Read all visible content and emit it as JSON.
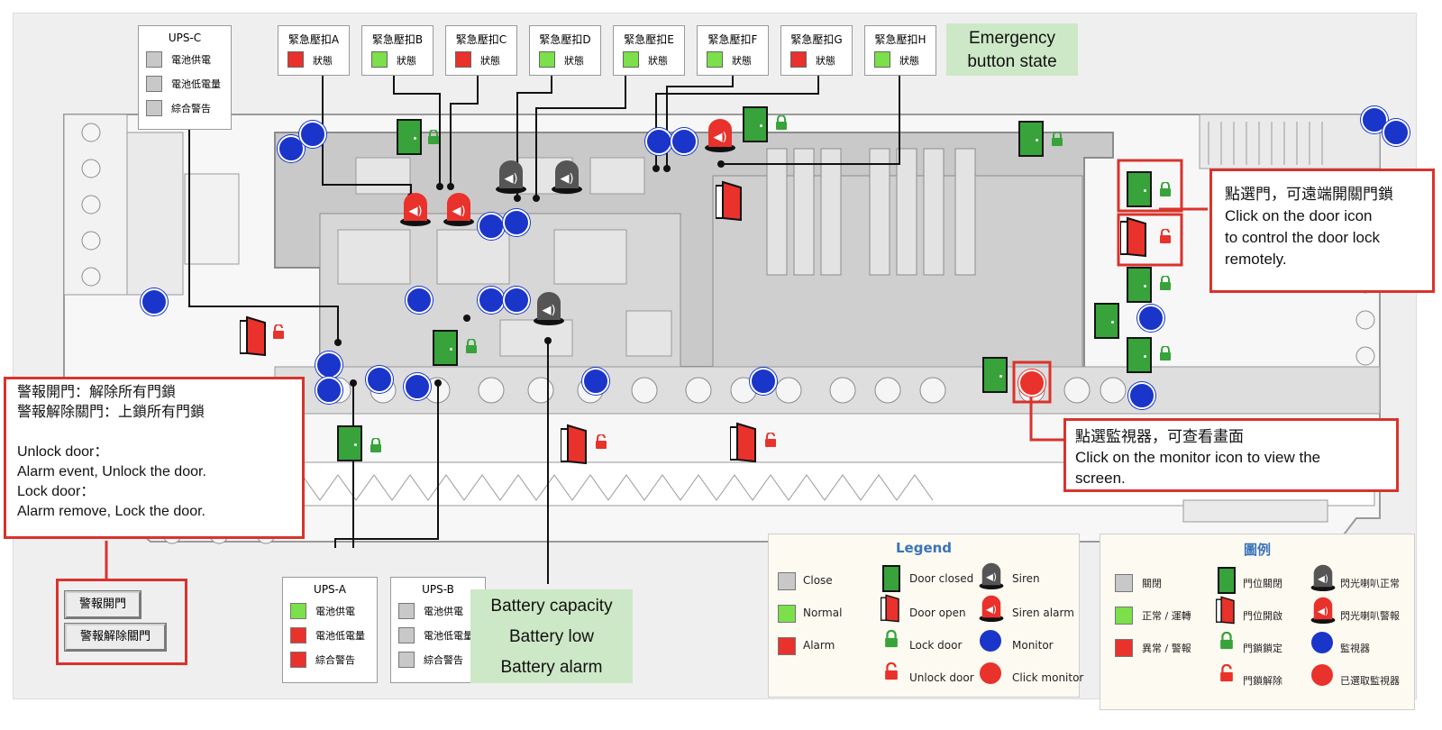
{
  "emergency_buttons": [
    {
      "title": "緊急壓扣A",
      "status": "狀態",
      "color": "#e8322b"
    },
    {
      "title": "緊急壓扣B",
      "status": "狀態",
      "color": "#7be04a"
    },
    {
      "title": "緊急壓扣C",
      "status": "狀態",
      "color": "#e8322b"
    },
    {
      "title": "緊急壓扣D",
      "status": "狀態",
      "color": "#7be04a"
    },
    {
      "title": "緊急壓扣E",
      "status": "狀態",
      "color": "#7be04a"
    },
    {
      "title": "緊急壓扣F",
      "status": "狀態",
      "color": "#7be04a"
    },
    {
      "title": "緊急壓扣G",
      "status": "狀態",
      "color": "#e8322b"
    },
    {
      "title": "緊急壓扣H",
      "status": "狀態",
      "color": "#7be04a"
    }
  ],
  "emergency_label": {
    "line1": "Emergency",
    "line2": "button state"
  },
  "ups_c": {
    "title": "UPS-C",
    "rows": [
      {
        "label": "電池供電",
        "color": "#c8c8c8"
      },
      {
        "label": "電池低電量",
        "color": "#c8c8c8"
      },
      {
        "label": "綜合警告",
        "color": "#c8c8c8"
      }
    ]
  },
  "ups_a": {
    "title": "UPS-A",
    "rows": [
      {
        "label": "電池供電",
        "color": "#7be04a"
      },
      {
        "label": "電池低電量",
        "color": "#e8322b"
      },
      {
        "label": "綜合警告",
        "color": "#e8322b"
      }
    ]
  },
  "ups_b": {
    "title": "UPS-B",
    "rows": [
      {
        "label": "電池供電",
        "color": "#c8c8c8"
      },
      {
        "label": "電池低電量",
        "color": "#c8c8c8"
      },
      {
        "label": "綜合警告",
        "color": "#c8c8c8"
      }
    ]
  },
  "battery_label": {
    "line1": "Battery capacity",
    "line2": "Battery low",
    "line3": "Battery alarm"
  },
  "door_note": {
    "zh": "點選門，可遠端開關門鎖",
    "en1": "Click on the door icon",
    "en2": "to control the door lock",
    "en3": "remotely."
  },
  "monitor_note": {
    "zh": "點選監視器，可查看畫面",
    "en1": "Click on the monitor icon to view the",
    "en2": "screen."
  },
  "alarm_note": {
    "zh1": "警報開門：解除所有門鎖",
    "zh2": "警報解除關門：上鎖所有門鎖",
    "en1": "Unlock door：",
    "en2": "Alarm event, Unlock the door.",
    "en3": "Lock door：",
    "en4": "Alarm remove, Lock the door."
  },
  "buttons": {
    "alarm_open": "警報開門",
    "alarm_close": "警報解除關門"
  },
  "legend_en": {
    "title": "Legend",
    "close": "Close",
    "normal": "Normal",
    "alarm": "Alarm",
    "door_closed": "Door closed",
    "door_open": "Door open",
    "lock_door": "Lock door",
    "unlock_door": "Unlock door",
    "siren": "Siren",
    "siren_alarm": "Siren alarm",
    "monitor": "Monitor",
    "click_monitor": "Click monitor"
  },
  "legend_zh": {
    "title": "圖例",
    "close": "關閉",
    "normal": "正常 / 運轉",
    "alarm": "異常 / 警報",
    "door_closed": "門位關閉",
    "door_open": "門位開啟",
    "lock_door": "門鎖鎖定",
    "unlock_door": "門鎖解除",
    "siren": "閃光喇叭正常",
    "siren_alarm": "閃光喇叭警報",
    "monitor": "監視器",
    "click_monitor": "已選取監視器"
  },
  "colors": {
    "red": "#e8322b",
    "green": "#7be04a",
    "gray": "#c8c8c8",
    "door_green": "#37a33a",
    "monitor_blue": "#1a35c9",
    "annotation_red": "#d9332c"
  }
}
